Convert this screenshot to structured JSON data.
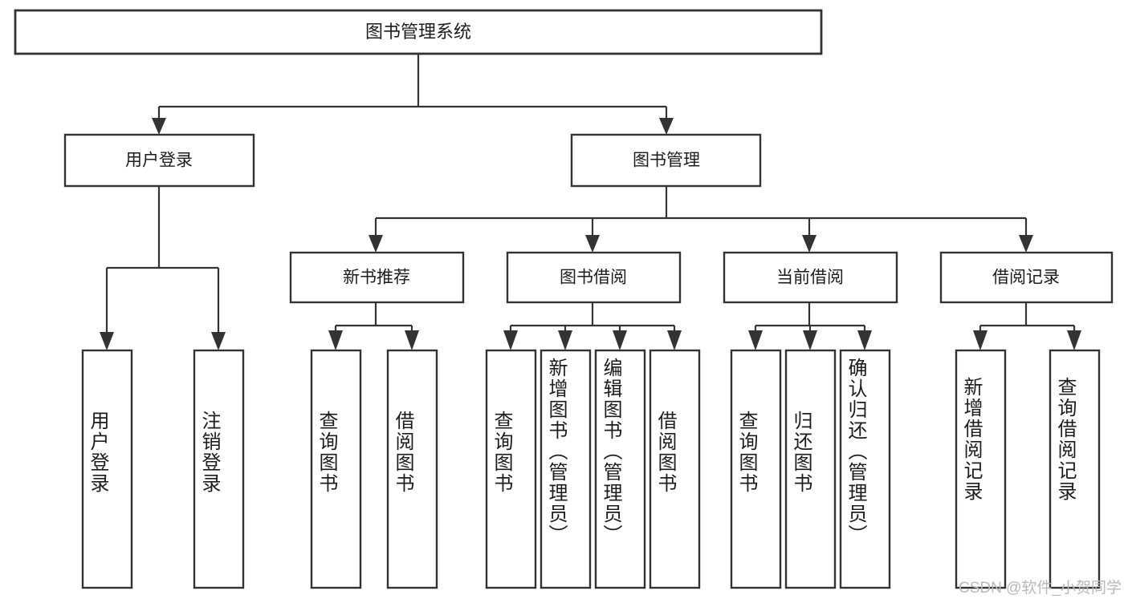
{
  "diagram": {
    "title": "图书管理系统",
    "type": "tree",
    "watermark": "CSDN @软件_小贺同学",
    "root": {
      "id": "root",
      "label": "图书管理系统"
    },
    "level1": [
      {
        "id": "user-login",
        "label": "用户登录"
      },
      {
        "id": "book-manage",
        "label": "图书管理"
      }
    ],
    "level2": [
      {
        "id": "new-book-recommend",
        "label": "新书推荐"
      },
      {
        "id": "book-borrow",
        "label": "图书借阅"
      },
      {
        "id": "current-borrow",
        "label": "当前借阅"
      },
      {
        "id": "borrow-record",
        "label": "借阅记录"
      }
    ],
    "leaves": {
      "user-login": [
        {
          "id": "leaf-user-login",
          "label": "用户登录"
        },
        {
          "id": "leaf-logout",
          "label": "注销登录"
        }
      ],
      "new-book-recommend": [
        {
          "id": "leaf-query-book-1",
          "label": "查询图书"
        },
        {
          "id": "leaf-borrow-book-1",
          "label": "借阅图书"
        }
      ],
      "book-borrow": [
        {
          "id": "leaf-query-book-2",
          "label": "查询图书"
        },
        {
          "id": "leaf-add-book",
          "label": "新增图书（管理员）"
        },
        {
          "id": "leaf-edit-book",
          "label": "编辑图书（管理员）"
        },
        {
          "id": "leaf-borrow-book-2",
          "label": "借阅图书"
        }
      ],
      "current-borrow": [
        {
          "id": "leaf-query-book-3",
          "label": "查询图书"
        },
        {
          "id": "leaf-return-book",
          "label": "归还图书"
        },
        {
          "id": "leaf-confirm-return",
          "label": "确认归还（管理员）"
        }
      ],
      "borrow-record": [
        {
          "id": "leaf-add-record",
          "label": "新增借阅记录"
        },
        {
          "id": "leaf-query-record",
          "label": "查询借阅记录"
        }
      ]
    },
    "colors": {
      "background": "#ffffff",
      "box_fill": "#ffffff",
      "box_stroke": "#333333",
      "text": "#1c1c1c",
      "watermark": "#b9b9b9"
    }
  }
}
